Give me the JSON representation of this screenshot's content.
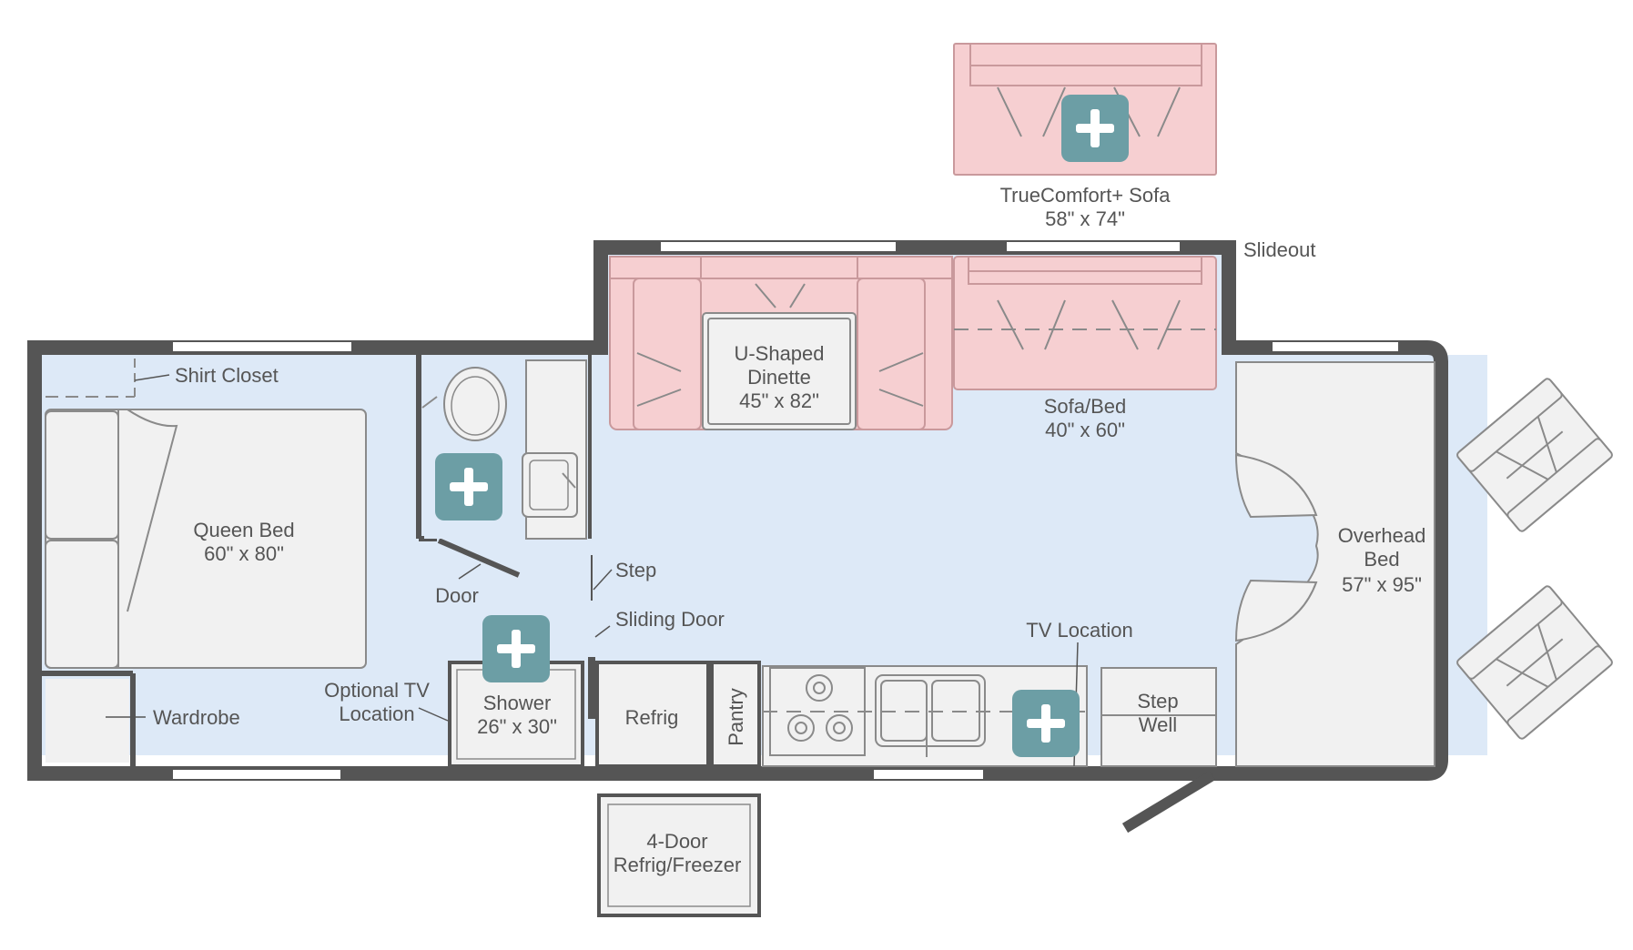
{
  "colors": {
    "wall": "#555555",
    "floor": "#dde9f7",
    "fixture": "#f1f1f1",
    "fixture_stroke": "#8a8a8a",
    "slideout_furniture": "#f6cfd1",
    "slideout_stroke": "#c9999c",
    "window": "#ffffff",
    "add_button": "#6c9ea5",
    "label": "#555555"
  },
  "labels": {
    "truecomfort_sofa": "TrueComfort+ Sofa",
    "truecomfort_size": "58\" x 74\"",
    "slideout": "Slideout",
    "shirt_closet": "Shirt Closet",
    "dinette_line1": "U-Shaped",
    "dinette_line2": "Dinette",
    "dinette_size": "45\" x 82\"",
    "sofa_bed": "Sofa/Bed",
    "sofa_bed_size": "40\" x 60\"",
    "queen_bed": "Queen Bed",
    "queen_bed_size": "60\" x 80\"",
    "overhead_line1": "Overhead",
    "overhead_line2": "Bed",
    "overhead_size": "57\" x 95\"",
    "step": "Step",
    "door": "Door",
    "sliding_door": "Sliding Door",
    "tv_location": "TV Location",
    "optional_tv_line1": "Optional TV",
    "optional_tv_line2": "Location",
    "wardrobe": "Wardrobe",
    "shower": "Shower",
    "shower_size": "26\" x 30\"",
    "refrig": "Refrig",
    "pantry": "Pantry",
    "step_well_line1": "Step",
    "step_well_line2": "Well",
    "four_door_line1": "4-Door",
    "four_door_line2": "Refrig/Freezer"
  },
  "icons": {
    "add_button": "plus-icon",
    "cab_seat": "captain-chair-icon",
    "toilet": "toilet-icon",
    "sink": "sink-icon",
    "cooktop": "cooktop-icon"
  }
}
